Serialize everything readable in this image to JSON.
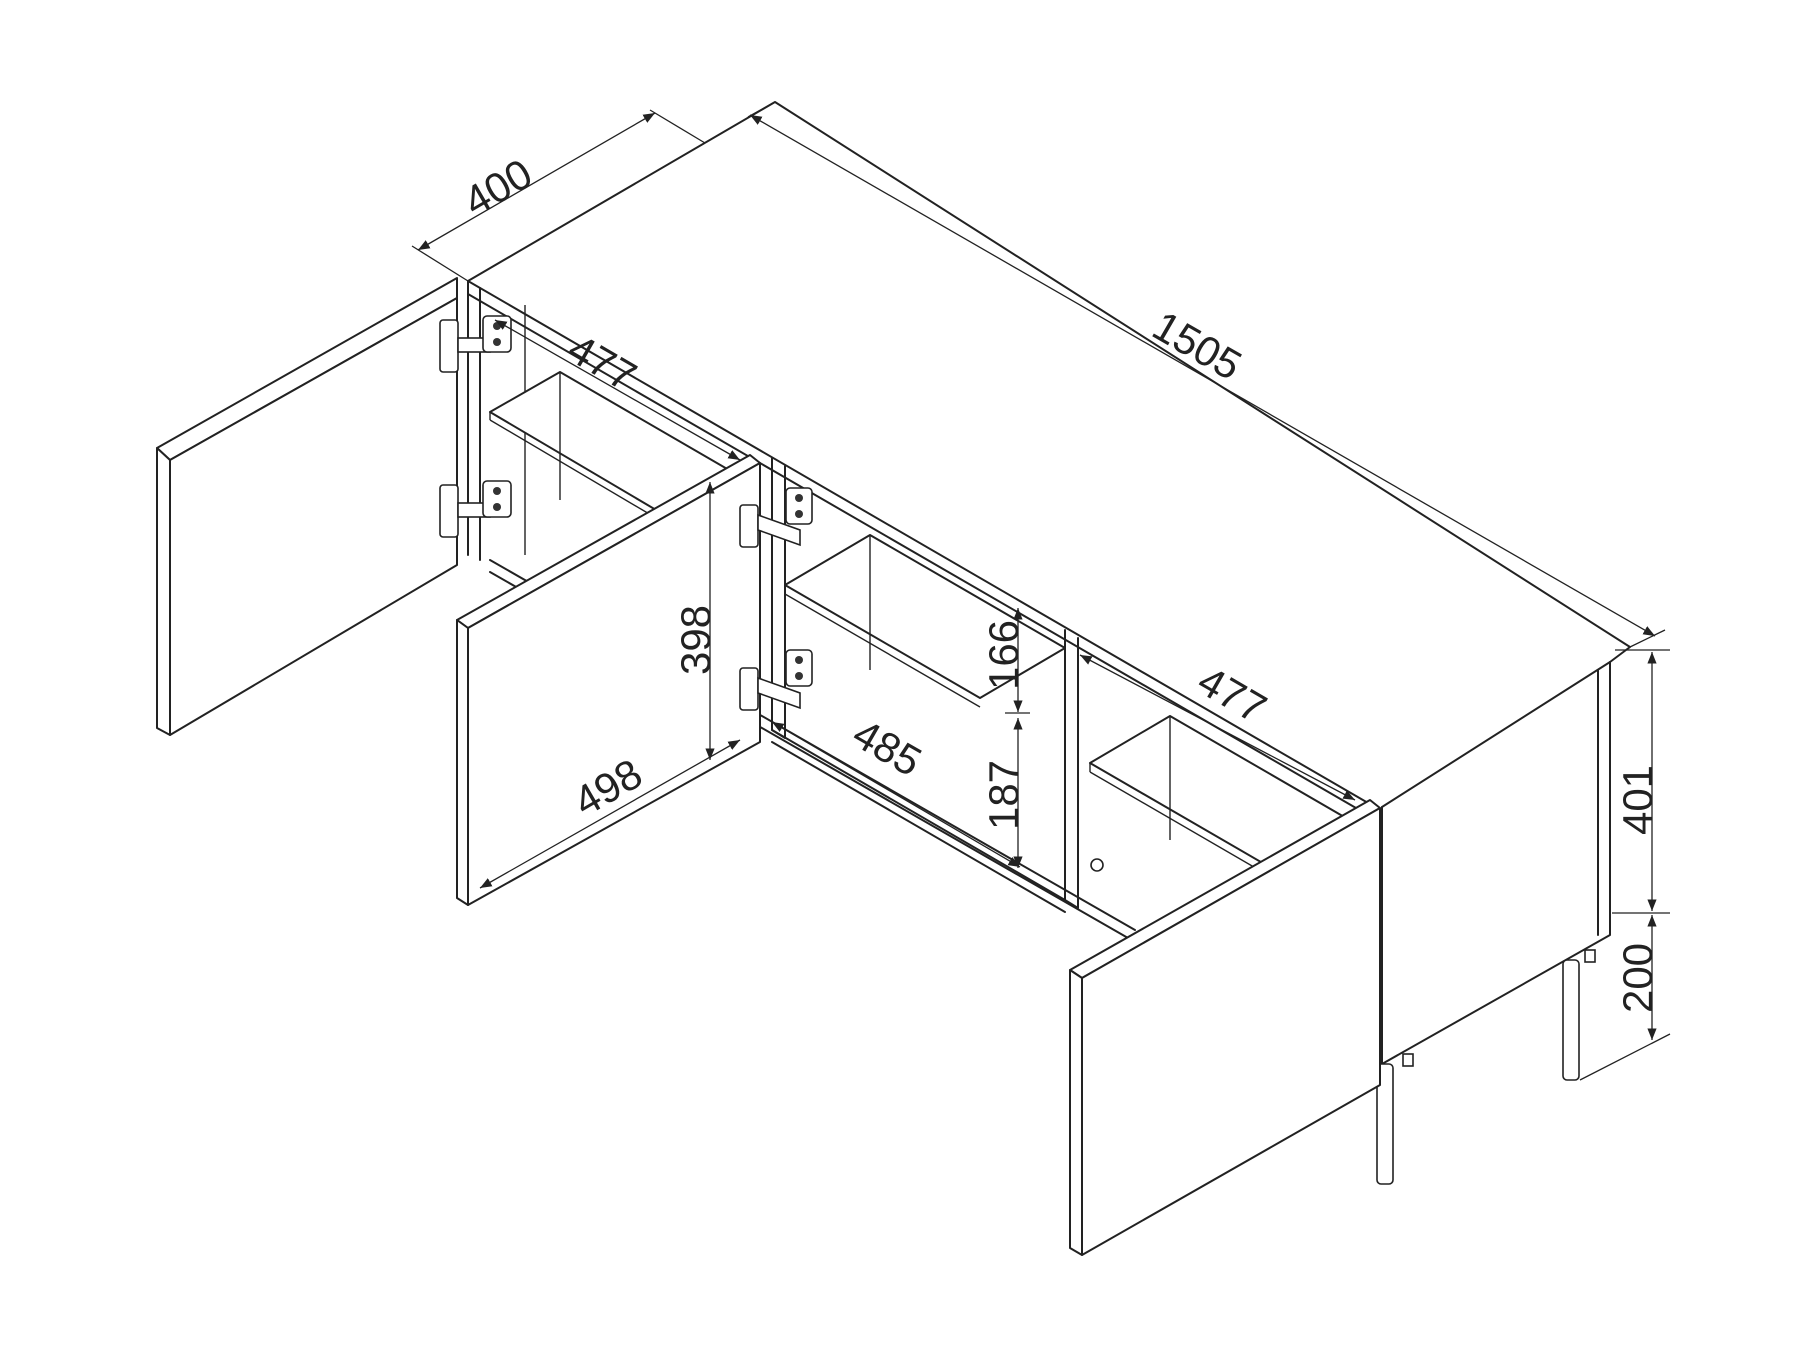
{
  "dimensions": {
    "depth": "400",
    "width": "1505",
    "shelf_depth_left": "477",
    "shelf_depth_right": "477",
    "door_height": "398",
    "door_width": "498",
    "compartment_width": "485",
    "upper_compartment_height": "166",
    "lower_compartment_height": "187",
    "body_height": "401",
    "leg_height": "200"
  },
  "colors": {
    "line": "#222222",
    "background": "#ffffff"
  }
}
